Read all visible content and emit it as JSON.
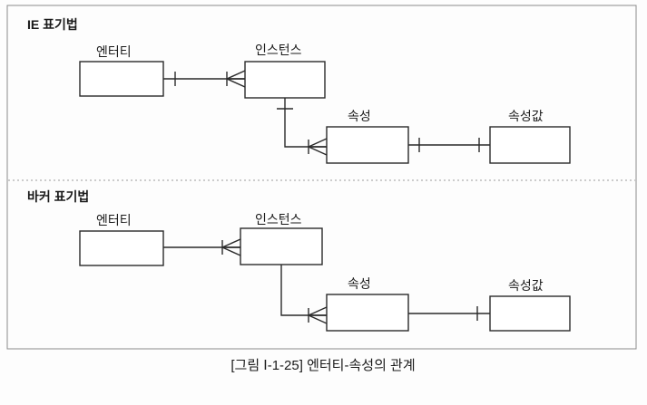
{
  "caption": "[그림 Ⅰ-1-25] 엔터티-속성의 관계",
  "colors": {
    "line": "#2a2a2a",
    "frame": "#8a8a8a",
    "background": "#fdfdfd"
  },
  "diagram": {
    "sections": [
      {
        "id": "ie",
        "title": "IE 표기법",
        "nodes": {
          "entity": "엔터티",
          "instance": "인스턴스",
          "attribute": "속성",
          "attribute_value": "속성값"
        },
        "notation_marks": [
          "one-bar at entity side, crow-foot-many at instance side",
          "one-bar below instance, crow-foot-many at attribute side",
          "one-bar at attribute side, one-bar at attribute-value side"
        ]
      },
      {
        "id": "barker",
        "title": "바커 표기법",
        "nodes": {
          "entity": "엔터티",
          "instance": "인스턴스",
          "attribute": "속성",
          "attribute_value": "속성값"
        },
        "notation_marks": [
          "plain line at entity side, crow-foot-many at instance side",
          "crow-foot-many at attribute side",
          "one-bar at attribute-value side"
        ]
      }
    ]
  }
}
